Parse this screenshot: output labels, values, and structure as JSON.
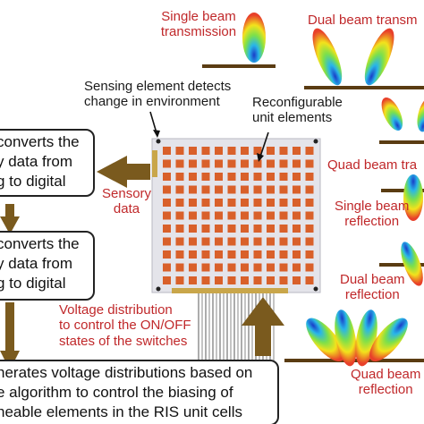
{
  "labels": {
    "single_tx": [
      "Single beam",
      "transmission"
    ],
    "dual_tx": "Dual beam transm",
    "quad_tx": "Quad beam tra",
    "single_rx": [
      "Single beam",
      "reflection"
    ],
    "dual_rx": [
      "Dual beam",
      "reflection"
    ],
    "quad_rx": [
      "Quad beam",
      "reflection"
    ],
    "sensing": [
      "Sensing element detects",
      "change in environment"
    ],
    "reconfig": [
      "Reconfigurable",
      "unit elements"
    ],
    "sensory": [
      "Sensory",
      "data"
    ],
    "voltage": [
      "Voltage distribution",
      "to control the ON/OFF",
      "states of the switches"
    ]
  },
  "boxes": {
    "box1": [
      "converts the",
      "y data from",
      "g to digital"
    ],
    "box2": [
      "converts the",
      "y data from",
      "g to digital"
    ],
    "box3": [
      "nerates voltage distributions based on",
      "e algorithm to control the biasing of",
      "neable elements in the RIS unit cells"
    ]
  },
  "colors": {
    "label_red": "#c0282a",
    "arrow_brown": "#7a5a1e",
    "unit_orange": "#d9602a",
    "ris_board": "#e4e4ea"
  }
}
